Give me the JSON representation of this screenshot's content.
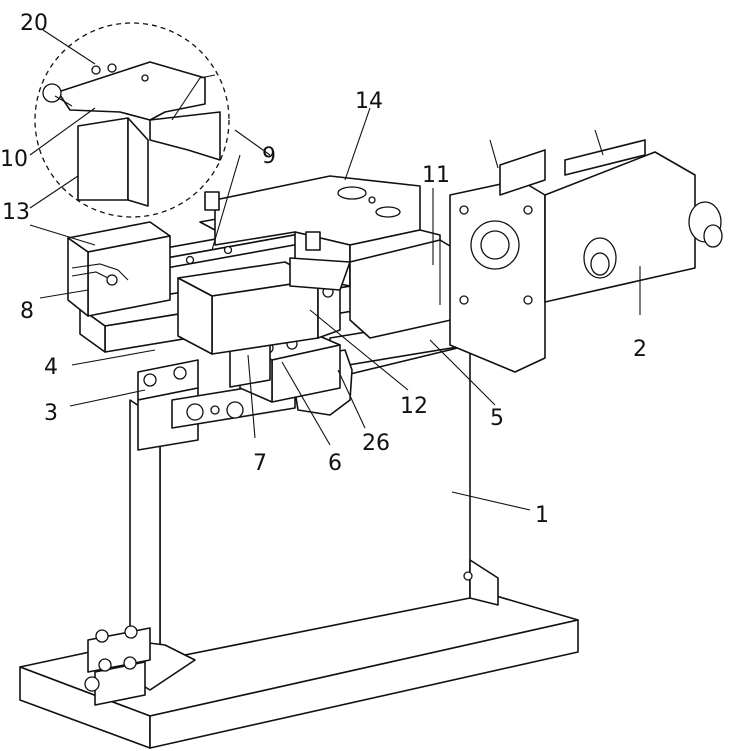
{
  "labels": {
    "l1": "1",
    "l2": "2",
    "l3": "3",
    "l4": "4",
    "l5": "5",
    "l6": "6",
    "l7": "7",
    "l8": "8",
    "l9": "9",
    "l10": "10",
    "l11": "11",
    "l12": "12",
    "l13": "13",
    "l14": "14",
    "l20": "20",
    "l26": "26"
  }
}
